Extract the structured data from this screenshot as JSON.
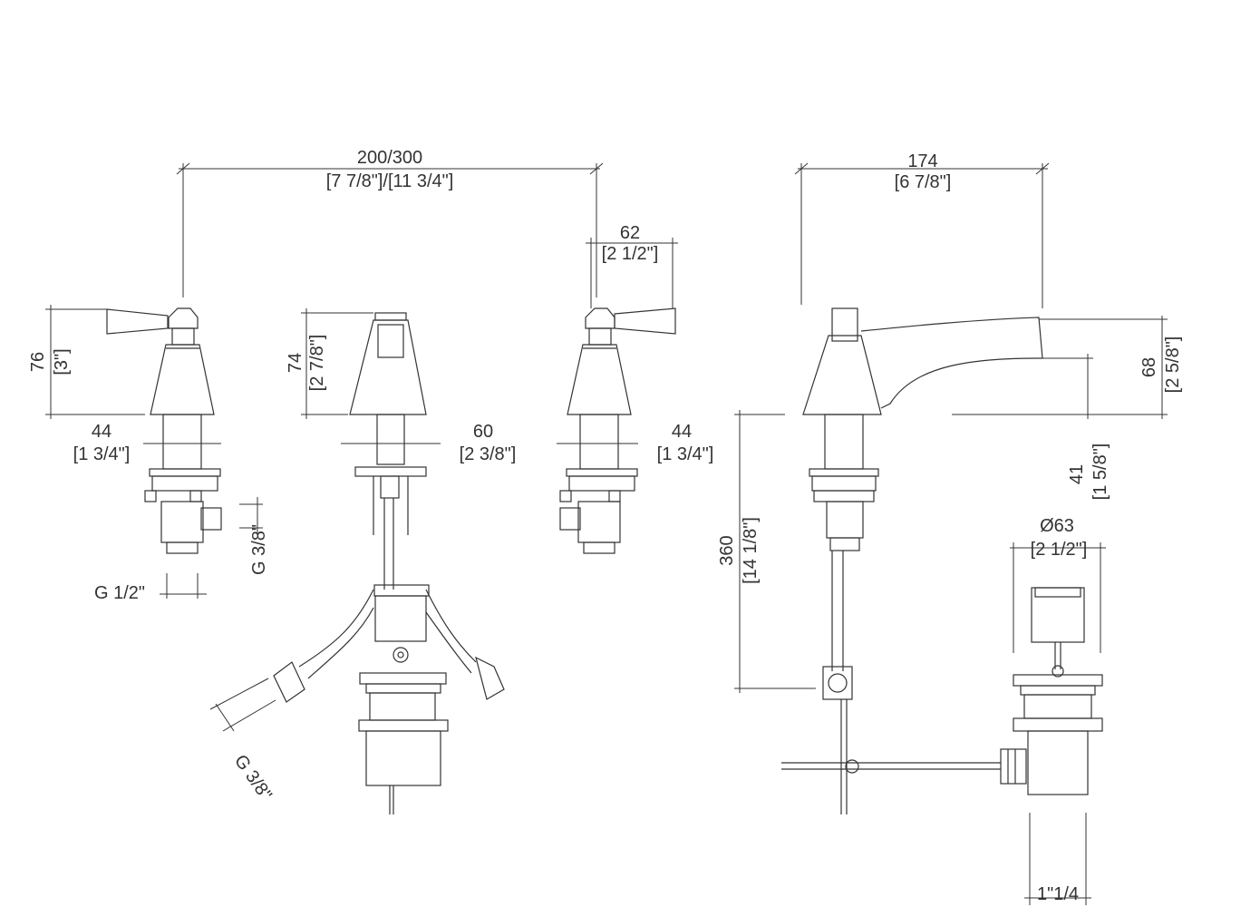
{
  "drawing": {
    "line_color": "#333333",
    "background": "#ffffff",
    "dimensions": {
      "spread": {
        "metric": "200/300",
        "imperial": "[7 7/8\"]/[11 3/4\"]"
      },
      "lever_reach": {
        "metric": "62",
        "imperial": "[2 1/2\"]"
      },
      "spout_length": {
        "metric": "174",
        "imperial": "[6 7/8\"]"
      },
      "handle_height": {
        "metric": "76",
        "imperial": "[3\"]"
      },
      "spout_body_height": {
        "metric": "74",
        "imperial": "[2 7/8\"]"
      },
      "spout_height": {
        "metric": "68",
        "imperial": "[2 5/8\"]"
      },
      "spout_clearance": {
        "metric": "41",
        "imperial": "[1 5/8\"]"
      },
      "left_shank": {
        "metric": "44",
        "imperial": "[1 3/4\"]"
      },
      "right_shank": {
        "metric": "44",
        "imperial": "[1 3/4\"]"
      },
      "center_shank": {
        "metric": "60",
        "imperial": "[2 3/8\"]"
      },
      "total_depth": {
        "metric": "360",
        "imperial": "[14 1/8\"]"
      },
      "drain_diameter": {
        "metric": "Ø63",
        "imperial": "[2 1/2\"]"
      },
      "inlet_thread": "G 1/2\"",
      "outlet_thread_side": "G 3/8\"",
      "outlet_thread_hose": "G 3/8\"",
      "waste_thread": "1\"1/4"
    }
  }
}
